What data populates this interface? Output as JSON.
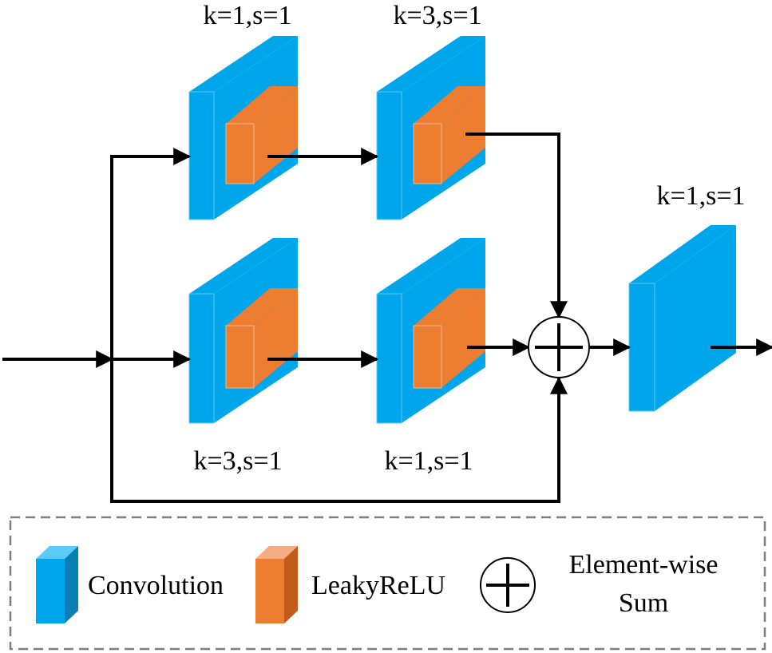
{
  "labels": {
    "top_conv1": "k=1,s=1",
    "top_conv2": "k=3,s=1",
    "bottom_conv1": "k=3,s=1",
    "bottom_conv2": "k=1,s=1",
    "final_conv": "k=1,s=1"
  },
  "legend": {
    "convolution": "Convolution",
    "leaky_relu": "LeakyReLU",
    "sum_line1": "Element-wise",
    "sum_line2": "Sum"
  },
  "colors": {
    "conv_front": "#00a6eb",
    "conv_side": "#0b7fb5",
    "conv_top": "#5ccbf5",
    "relu_front": "#ec7d31",
    "relu_side": "#c35c1a",
    "relu_top": "#f3ae85",
    "line": "#000000",
    "legend_border": "#7f7f7f"
  }
}
